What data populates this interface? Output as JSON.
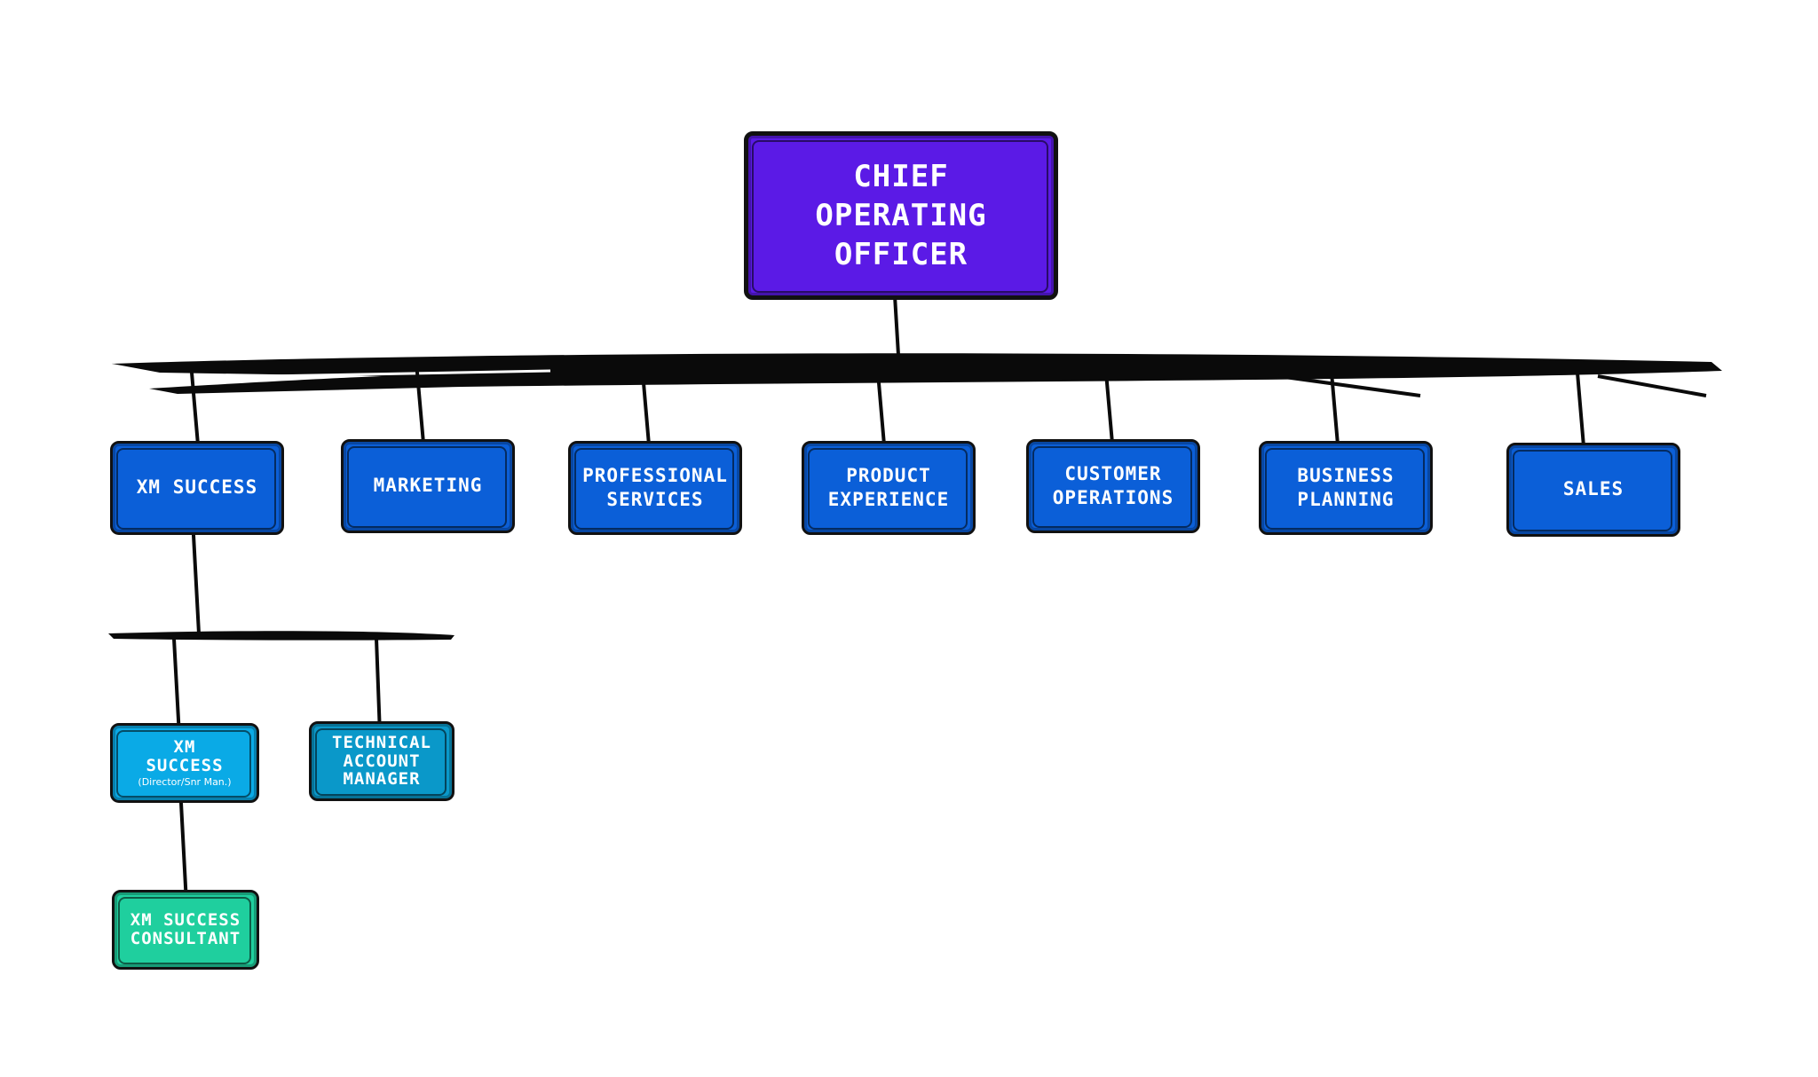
{
  "org_chart": {
    "nodes": [
      {
        "id": "coo",
        "lines": [
          "CHIEF",
          "OPERATING",
          "OFFICER"
        ],
        "sub": "",
        "color": "#5B1AE6",
        "level": "top"
      },
      {
        "id": "xm-success",
        "lines": [
          "XM SUCCESS"
        ],
        "sub": "",
        "color": "#0B5FD8",
        "level": "dept"
      },
      {
        "id": "marketing",
        "lines": [
          "MARKETING"
        ],
        "sub": "",
        "color": "#0B5FD8",
        "level": "dept"
      },
      {
        "id": "professional-services",
        "lines": [
          "PROFESSIONAL",
          "SERVICES"
        ],
        "sub": "",
        "color": "#0B5FD8",
        "level": "dept"
      },
      {
        "id": "product-experience",
        "lines": [
          "PRODUCT",
          "EXPERIENCE"
        ],
        "sub": "",
        "color": "#0B5FD8",
        "level": "dept"
      },
      {
        "id": "customer-operations",
        "lines": [
          "CUSTOMER",
          "OPERATIONS"
        ],
        "sub": "",
        "color": "#0B5FD8",
        "level": "dept"
      },
      {
        "id": "business-planning",
        "lines": [
          "BUSINESS",
          "PLANNING"
        ],
        "sub": "",
        "color": "#0B5FD8",
        "level": "dept"
      },
      {
        "id": "sales",
        "lines": [
          "SALES"
        ],
        "sub": "",
        "color": "#0B5FD8",
        "level": "dept"
      },
      {
        "id": "xm-success-director",
        "lines": [
          "XM",
          "SUCCESS"
        ],
        "sub": "(Director/Snr Man.)",
        "color": "#0AAAE6",
        "level": "sub"
      },
      {
        "id": "technical-account-manager",
        "lines": [
          "TECHNICAL",
          "ACCOUNT",
          "MANAGER"
        ],
        "sub": "",
        "color": "#0A98C9",
        "level": "sub"
      },
      {
        "id": "xm-success-consultant",
        "lines": [
          "XM SUCCESS",
          "CONSULTANT"
        ],
        "sub": "",
        "color": "#1FCF9E",
        "level": "sub"
      }
    ],
    "edges": [
      [
        "coo",
        "xm-success"
      ],
      [
        "coo",
        "marketing"
      ],
      [
        "coo",
        "professional-services"
      ],
      [
        "coo",
        "product-experience"
      ],
      [
        "coo",
        "customer-operations"
      ],
      [
        "coo",
        "business-planning"
      ],
      [
        "coo",
        "sales"
      ],
      [
        "xm-success",
        "xm-success-director"
      ],
      [
        "xm-success",
        "technical-account-manager"
      ],
      [
        "xm-success-director",
        "xm-success-consultant"
      ]
    ]
  }
}
